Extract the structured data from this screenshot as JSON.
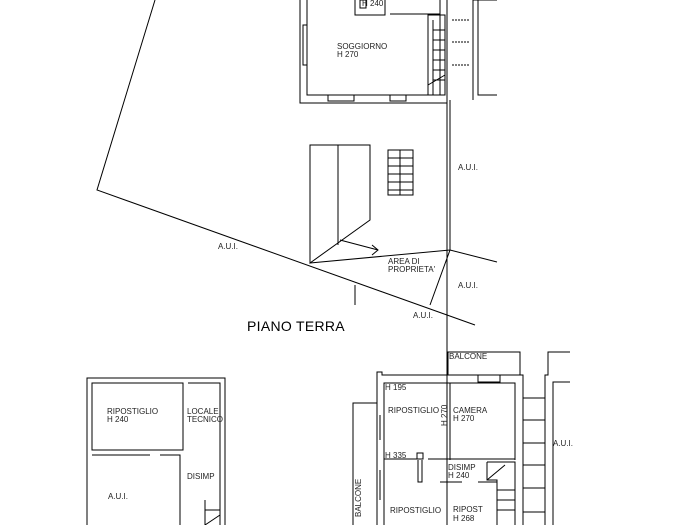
{
  "drawing": {
    "title": "PIANO TERRA",
    "top_plan": {
      "h_top": "H 240",
      "soggiorno": "SOGGIORNO",
      "soggiorno_h": "H 270",
      "aui_right": "A.U.I.",
      "aui_left": "A.U.I.",
      "aui_lower_right": "A.U.I.",
      "aui_bottom": "A.U.I.",
      "area": "AREA DI",
      "area2": "PROPRIETA'"
    },
    "bottom_left": {
      "ripostiglio": "RIPOSTIGLIO",
      "ripostiglio_h": "H 240",
      "locale": "LOCALE",
      "tecnico": "TECNICO",
      "aui": "A.U.I.",
      "disimp": "DISIMP"
    },
    "bottom_right": {
      "balcone_top": "BALCONE",
      "h195": "H 195",
      "ripostiglio1": "RIPOSTIGLIO",
      "h270_vertical": "H 270",
      "camera": "CAMERA",
      "camera_h": "H 270",
      "h335": "H 335",
      "disimp": "DISIMP",
      "disimp_h": "H 240",
      "aui": "A.U.I.",
      "balcone_left": "BALCONE",
      "ripostiglio2": "RIPOSTIGLIO",
      "ripost": "RIPOST",
      "ripost_h": "H 268"
    }
  }
}
